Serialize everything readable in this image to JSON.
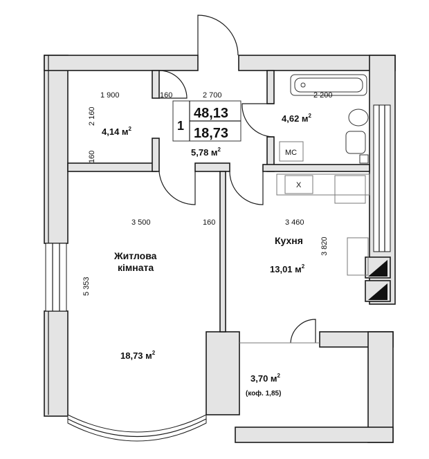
{
  "summary": {
    "rooms": "1",
    "total_area": "48,13",
    "living_area": "18,73"
  },
  "rooms": {
    "living": {
      "name_line1": "Житлова",
      "name_line2": "кімната",
      "area": "18,73 м"
    },
    "kitchen": {
      "name": "Кухня",
      "area": "13,01 м"
    },
    "hall": {
      "area": "5,78 м"
    },
    "storage": {
      "area": "4,14 м"
    },
    "bathroom": {
      "area": "4,62 м",
      "wc_label": "МС"
    },
    "balcony": {
      "area": "3,70 м",
      "coef": "(коф. 1,85)"
    }
  },
  "unit_sup": "2",
  "dimensions": {
    "d1900": "1 900",
    "d160a": "160",
    "d2700": "2 700",
    "d2200": "2 200",
    "d2160": "2 160",
    "d160b": "160",
    "d3500": "3 500",
    "d160c": "160",
    "d3460": "3 460",
    "d3820": "3 820",
    "d5353": "5 353"
  },
  "kitchen_marks": {
    "stove_cross": "X"
  }
}
